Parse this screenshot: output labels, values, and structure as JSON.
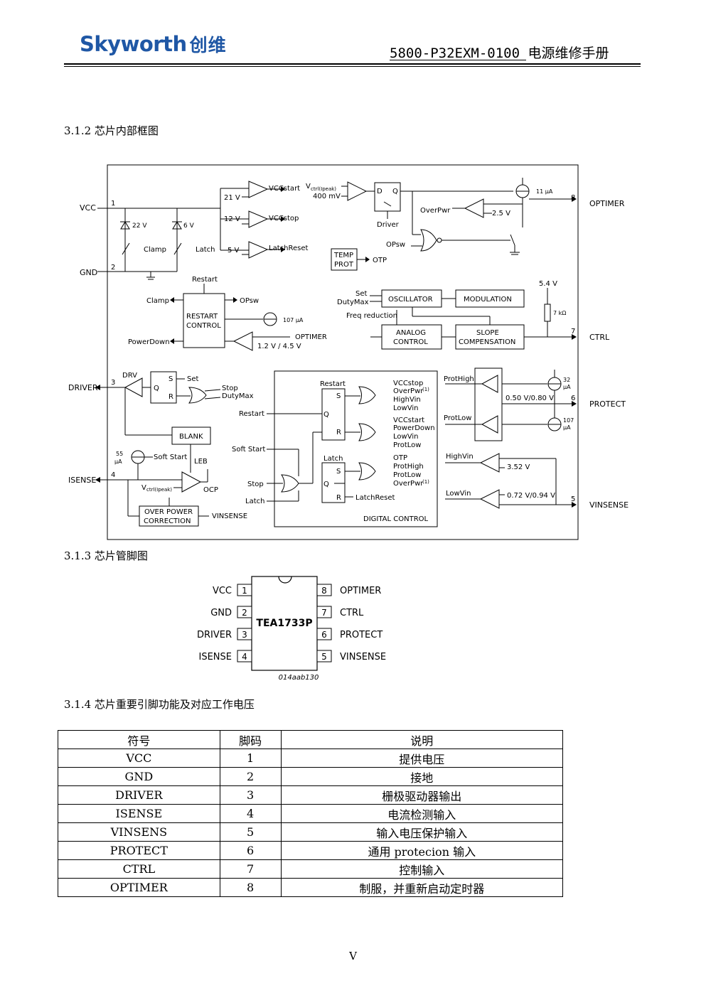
{
  "header": {
    "logo_text": "Skyworth",
    "logo_cn": "创维",
    "doc_title": "5800-P32EXM-0100 电源维修手册",
    "brand_color": "#1f57a5"
  },
  "sections": {
    "block_diagram": "3.1.2 芯片内部框图",
    "pinout": "3.1.3 芯片管脚图",
    "pin_table": "3.1.4 芯片重要引脚功能及对应工作电压"
  },
  "block_diagram": {
    "pins": {
      "vcc": "VCC",
      "gnd": "GND",
      "driver": "DRIVER",
      "isense": "ISENSE",
      "optimer": "OPTIMER",
      "ctrl": "CTRL",
      "protect": "PROTECT",
      "vinsense": "VINSENSE",
      "n1": "1",
      "n2": "2",
      "n3": "3",
      "n4": "4",
      "n5": "5",
      "n6": "6",
      "n7": "7",
      "n8": "8"
    },
    "labels": {
      "vccstart": "VCCstart",
      "vccstop": "VCCstop",
      "latchreset": "LatchReset",
      "v21": "21 V",
      "v12": "12 V",
      "v5": "5 V",
      "z22": "22 V",
      "z6": "6 V",
      "clamp": "Clamp",
      "latch": "Latch",
      "vctrl": "V",
      "vctrl_sub": "ctrl(Ipeak)",
      "mv400": "400 mV",
      "d": "D",
      "q": "Q",
      "driver_lbl": "Driver",
      "overpwr": "OverPwr",
      "v25": "2.5 V",
      "i11": "11 µA",
      "opsw": "OPsw",
      "temp1": "TEMP",
      "temp2": "PROT",
      "otp": "OTP",
      "restart": "Restart",
      "clamp2": "Clamp",
      "opsw2": "OPsw",
      "rc1": "RESTART",
      "rc2": "CONTROL",
      "i107": "107 µA",
      "powerdown": "PowerDown",
      "optimer_lbl": "OPTIMER",
      "v1245": "1.2 V / 4.5 V",
      "set": "Set",
      "dutymax": "DutyMax",
      "freqred": "Freq reduction",
      "osc": "OSCILLATOR",
      "mod": "MODULATION",
      "ac1": "ANALOG",
      "ac2": "CONTROL",
      "sc1": "SLOPE",
      "sc2": "COMPENSATION",
      "v54": "5.4 V",
      "r7k": "7 kΩ",
      "drv": "DRV",
      "s": "S",
      "r": "R",
      "set2": "Set",
      "stop": "Stop",
      "dutymax2": "DutyMax",
      "blank": "BLANK",
      "leb": "LEB",
      "i55a": "55",
      "i55b": "µA",
      "softstart": "Soft Start",
      "ocp": "OCP",
      "opc1": "OVER POWER",
      "opc2": "CORRECTION",
      "vinsense_lbl": "VINSENSE",
      "restart2": "Restart",
      "restart3": "Restart",
      "softstart2": "Soft Start",
      "stop2": "Stop",
      "latch2": "Latch",
      "latch3": "Latch",
      "vccstop2": "VCCstop",
      "overpwr1": "OverPwr",
      "sup1": "(1)",
      "highvin": "HighVin",
      "lowvin": "LowVin",
      "vccstart2": "VCCstart",
      "powerdown2": "PowerDown",
      "lowvin2": "LowVin",
      "protlow": "ProtLow",
      "otp2": "OTP",
      "prothigh": "ProtHigh",
      "protlow2": "ProtLow",
      "overpwr2": "OverPwr",
      "sup2": "(1)",
      "latchreset2": "LatchReset",
      "digital": "DIGITAL CONTROL",
      "prothigh2": "ProtHigh",
      "protlow3": "ProtLow",
      "v050": "0.50 V/0.80 V",
      "i32a": "32",
      "i32b": "µA",
      "i107a": "107",
      "i107b": "µA",
      "highvin2": "HighVin",
      "v352": "3.52 V",
      "lowvin3": "LowVin",
      "v072": "0.72 V/0.94 V"
    }
  },
  "pinout": {
    "chip": "TEA1733P",
    "code": "014aab130",
    "left": [
      {
        "name": "VCC",
        "num": "1"
      },
      {
        "name": "GND",
        "num": "2"
      },
      {
        "name": "DRIVER",
        "num": "3"
      },
      {
        "name": "ISENSE",
        "num": "4"
      }
    ],
    "right": [
      {
        "name": "OPTIMER",
        "num": "8"
      },
      {
        "name": "CTRL",
        "num": "7"
      },
      {
        "name": "PROTECT",
        "num": "6"
      },
      {
        "name": "VINSENSE",
        "num": "5"
      }
    ]
  },
  "pin_table": {
    "headers": [
      "符号",
      "脚码",
      "说明"
    ],
    "rows": [
      [
        "VCC",
        "1",
        "提供电压"
      ],
      [
        "GND",
        "2",
        "接地"
      ],
      [
        "DRIVER",
        "3",
        "栅极驱动器输出"
      ],
      [
        "ISENSE",
        "4",
        "电流检测输入"
      ],
      [
        "VINSENS",
        "5",
        "输入电压保护输入"
      ],
      [
        "PROTECT",
        "6",
        "通用 protecion 输入"
      ],
      [
        "CTRL",
        "7",
        "控制输入"
      ],
      [
        "OPTIMER",
        "8",
        "制服，并重新启动定时器"
      ]
    ]
  },
  "footer": {
    "page": "V"
  }
}
